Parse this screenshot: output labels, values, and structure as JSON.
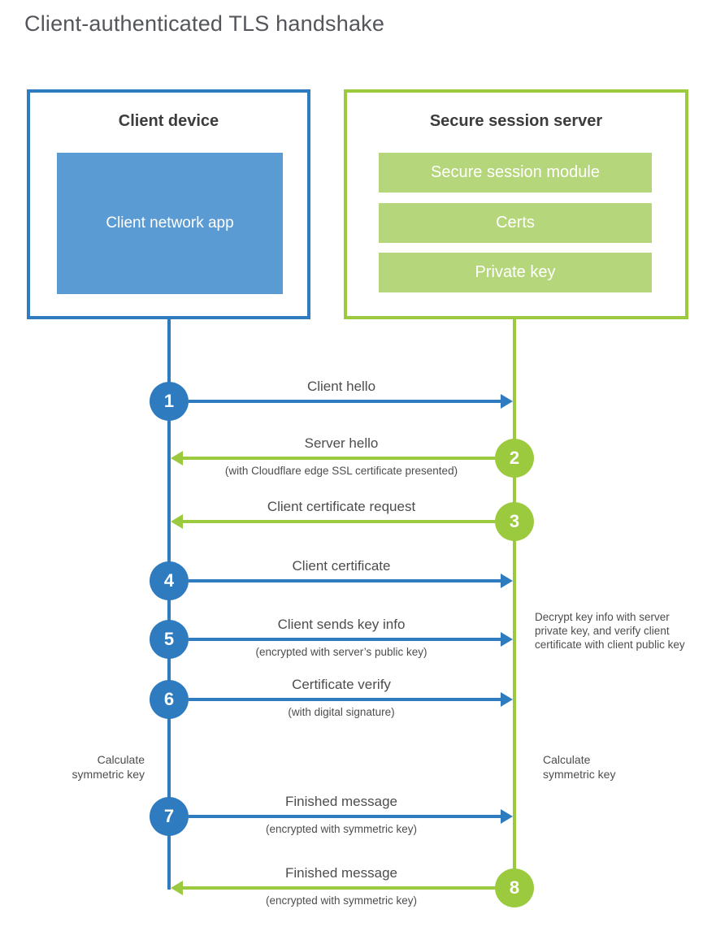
{
  "page": {
    "title": "Client-authenticated TLS handshake"
  },
  "client_box": {
    "title": "Client device",
    "inner_label": "Client network app"
  },
  "server_box": {
    "title": "Secure session server",
    "modules": [
      "Secure session module",
      "Certs",
      "Private key"
    ]
  },
  "steps": [
    {
      "num": "1",
      "from": "client",
      "label": "Client hello",
      "sub": ""
    },
    {
      "num": "2",
      "from": "server",
      "label": "Server hello",
      "sub": "(with Cloudflare edge SSL certificate presented)"
    },
    {
      "num": "3",
      "from": "server",
      "label": "Client certificate request",
      "sub": ""
    },
    {
      "num": "4",
      "from": "client",
      "label": "Client certificate",
      "sub": ""
    },
    {
      "num": "5",
      "from": "client",
      "label": "Client sends key info",
      "sub": "(encrypted with server’s public key)"
    },
    {
      "num": "6",
      "from": "client",
      "label": "Certificate verify",
      "sub": "(with digital signature)"
    },
    {
      "num": "7",
      "from": "client",
      "label": "Finished message",
      "sub": "(encrypted with symmetric key)"
    },
    {
      "num": "8",
      "from": "server",
      "label": "Finished message",
      "sub": "(encrypted with symmetric key)"
    }
  ],
  "annotations": {
    "decrypt_note": "Decrypt key info with server private key, and verify client certificate with client public key",
    "calc_left_line1": "Calculate",
    "calc_left_line2": "symmetric key",
    "calc_right_line1": "Calculate",
    "calc_right_line2": "symmetric key"
  },
  "colors": {
    "blue": "#2e7cbf",
    "blue_fill": "#5b9bd3",
    "green": "#9cca3f",
    "green_fill": "#b6d67b",
    "text": "#4d4d4d"
  }
}
